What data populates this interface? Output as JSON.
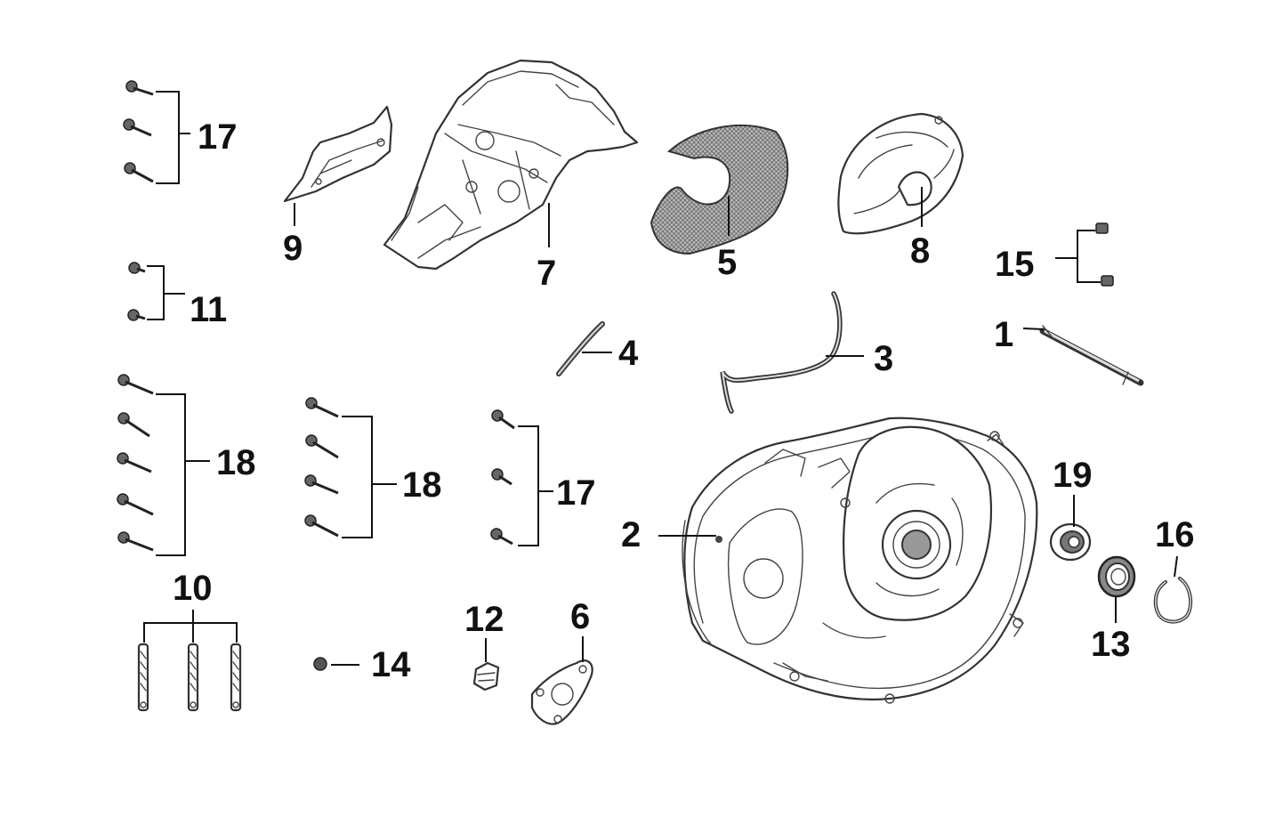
{
  "diagram": {
    "labels": {
      "l1": "1",
      "l2": "2",
      "l3": "3",
      "l4": "4",
      "l5": "5",
      "l6": "6",
      "l7": "7",
      "l8": "8",
      "l9": "9",
      "l10": "10",
      "l11": "11",
      "l12": "12",
      "l13": "13",
      "l14": "14",
      "l15": "15",
      "l16": "16",
      "l17a": "17",
      "l17b": "17",
      "l18a": "18",
      "l18b": "18",
      "l19": "19"
    }
  }
}
